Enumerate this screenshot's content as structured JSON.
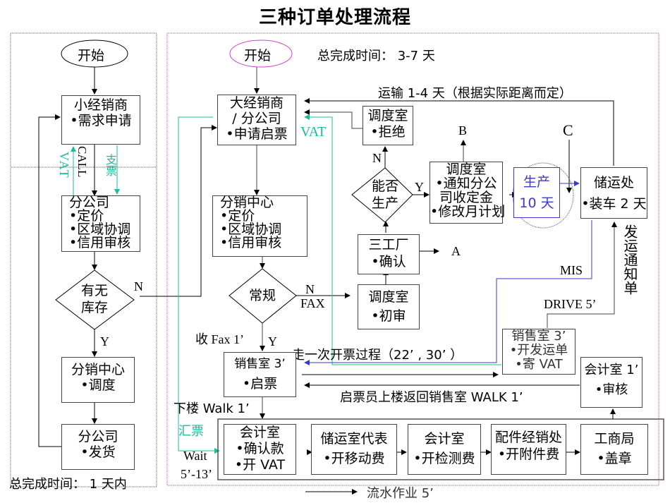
{
  "title": "三种订单处理流程",
  "left_flow": {
    "start": "开始",
    "box_small_dealer": [
      "小经销商",
      "•需求申请"
    ],
    "label_vat": "VAT",
    "label_call": "CALL",
    "label_cheque": "支票",
    "box_branch": [
      "分公司",
      "•定价",
      "•区域协调",
      "•信用审核"
    ],
    "decision_stock": [
      "有无",
      "库存"
    ],
    "label_n": "N",
    "label_y": "Y",
    "box_dist_center": [
      "分销中心",
      "•调度"
    ],
    "box_branch_ship": [
      "分公司",
      "•发货"
    ],
    "total_time": "总完成时间：  1 天内"
  },
  "right_flow": {
    "start": "开始",
    "total_time": "总完成时间：  3-7 天",
    "transport_label": "运输 1-4 天（根据实际距离而定）",
    "box_big_dealer": [
      "大经销商",
      "/ 分公司",
      "•申请启票"
    ],
    "label_vat": "VAT",
    "box_dispatch_reject": [
      "调度室",
      "•拒绝"
    ],
    "label_b": "B",
    "label_c": "C",
    "label_n_top": "N",
    "decision_produce": [
      "能否",
      "生产"
    ],
    "label_y_produce": "Y",
    "box_dispatch_notify": [
      "调度室",
      "•通知分公",
      "司收定金",
      "•修改月计划"
    ],
    "box_production": [
      "生产",
      "10 天"
    ],
    "box_storage": [
      "储运处",
      "•装车 2 天"
    ],
    "box_dist_center": [
      "分销中心",
      "•定价",
      "•区域协调",
      "•信用审核"
    ],
    "box_factory3": [
      "三工厂",
      "•确认"
    ],
    "label_a": "A",
    "decision_regular": "常规",
    "label_n_fax": "N",
    "label_fax": "FAX",
    "box_dispatch_review": [
      "调度室",
      "•初审"
    ],
    "label_mis": "MIS",
    "label_ship_notice": "发运通知单",
    "label_drive": "DRIVE 5’",
    "label_recv_fax": "收 Fax 1’",
    "label_y_regular": "Y",
    "label_one_round": "走一次开票过程（22’ , 30’ ）",
    "box_sales_invoice": [
      "销售室 3’",
      "•启票"
    ],
    "box_sales_ship": [
      "销售室 3’",
      "•开发运单",
      "•寄 VAT"
    ],
    "box_accounting_audit": [
      "会计室 1’",
      "•审核"
    ],
    "label_walk_back": "启票员上楼返回销售室 WALK 1’",
    "label_walk_down": "下楼 Walk 1’",
    "label_remit": "汇票",
    "label_wait": "Wait",
    "label_wait_time": "5’-13’",
    "pipeline": [
      [
        "会计室",
        "•确认款",
        "•开 VAT"
      ],
      [
        "储运室代表",
        "•开移动费"
      ],
      [
        "会计室",
        "•开检测费"
      ],
      [
        "配件经销处",
        "•开附件费"
      ],
      [
        "工商局",
        "•盖章"
      ]
    ],
    "legend_pipeline": "流水作业   5’"
  },
  "colors": {
    "teal": "#1abc9c",
    "blue": "#3a3acc",
    "magenta": "#d040d0"
  }
}
